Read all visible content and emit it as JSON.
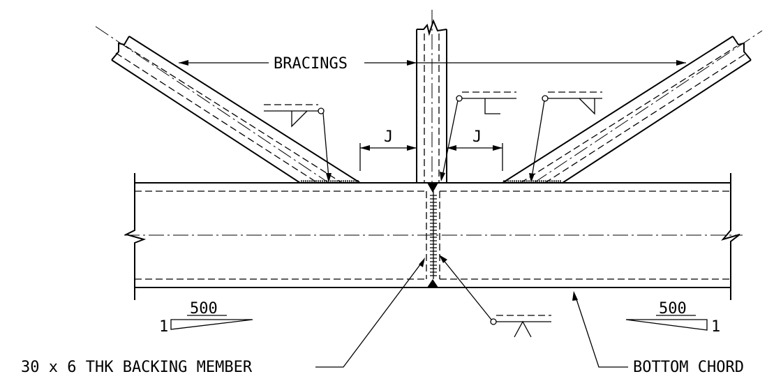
{
  "labels": {
    "bracings": "BRACINGS",
    "gap_left": "J",
    "gap_right": "J",
    "backing_member": "30 x 6 THK BACKING MEMBER",
    "bottom_chord": "BOTTOM CHORD"
  },
  "slope_left": {
    "run": "500",
    "rise": "1"
  },
  "slope_right": {
    "run": "500",
    "rise": "1"
  }
}
